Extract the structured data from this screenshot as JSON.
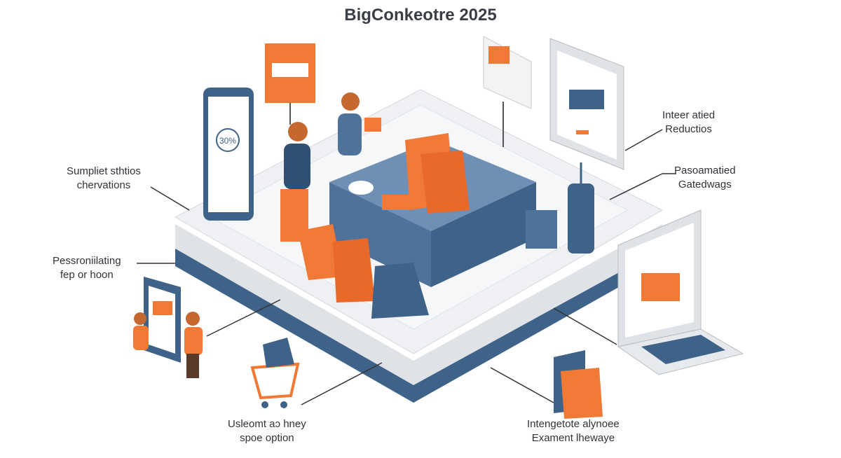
{
  "title": "BigConkeotre 2025",
  "labels": {
    "top_left": [
      "Sumpliet sthtios",
      "chervations"
    ],
    "mid_left": [
      "Pessroniilating",
      "fep or hoon"
    ],
    "top_right": [
      "Inteer atied",
      "Reductios"
    ],
    "mid_right": [
      "Pasoamatied",
      "Gatedwags"
    ],
    "bottom_left": [
      "Usleomt aɔ hney",
      "spoe option"
    ],
    "bottom_right": [
      "Intengetote alynoee",
      "Exament lhewaye"
    ]
  },
  "screens": {
    "phone_discount": "30%"
  },
  "colors": {
    "orange": "#f07a35",
    "navy": "#3e6288",
    "slate": "#5d7fa6",
    "platform": "#eef0f3",
    "text": "#2f3338"
  }
}
